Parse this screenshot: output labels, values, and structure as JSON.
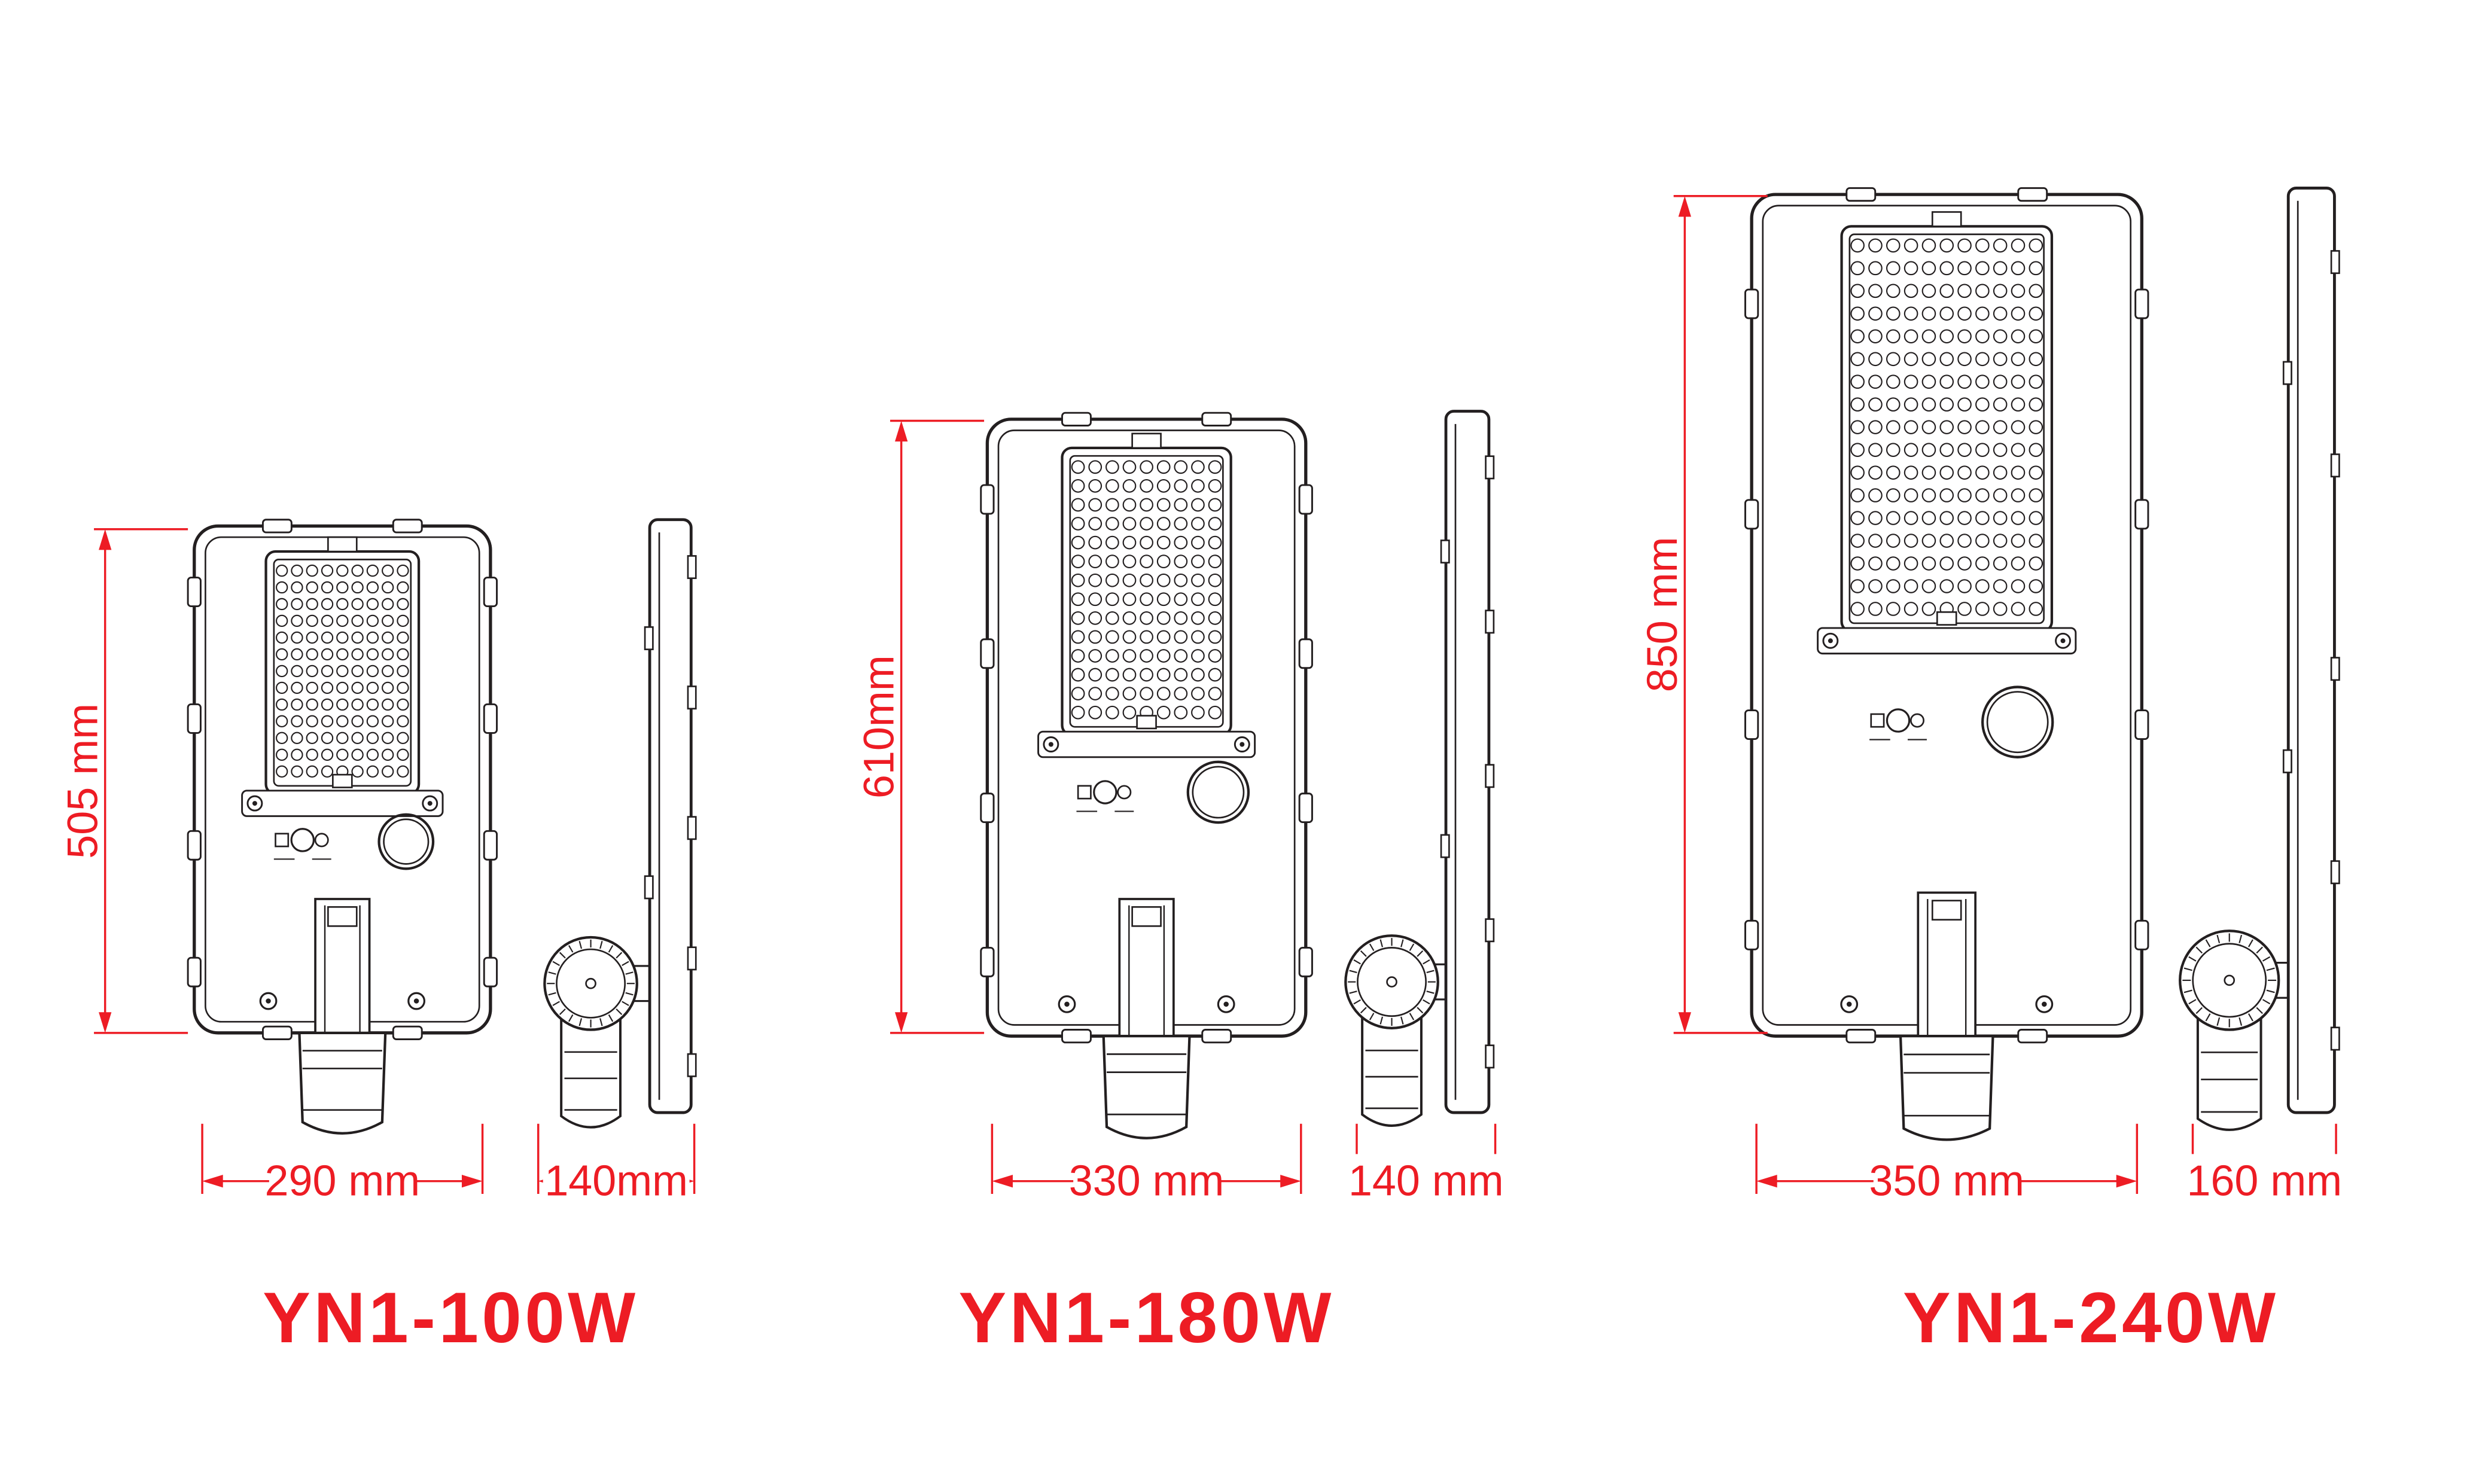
{
  "diagram": {
    "units": [
      {
        "model": "YN1-100W",
        "height_label": "505 mm",
        "width_label": "290 mm",
        "side_width_label": "140mm"
      },
      {
        "model": "YN1-180W",
        "height_label": "610mm",
        "width_label": "330 mm",
        "side_width_label": "140 mm"
      },
      {
        "model": "YN1-240W",
        "height_label": "850 mm",
        "width_label": "350 mm",
        "side_width_label": "160 mm"
      }
    ],
    "colors": {
      "line": "#231f20",
      "dimension": "#ed1c24",
      "background": "#ffffff"
    }
  }
}
